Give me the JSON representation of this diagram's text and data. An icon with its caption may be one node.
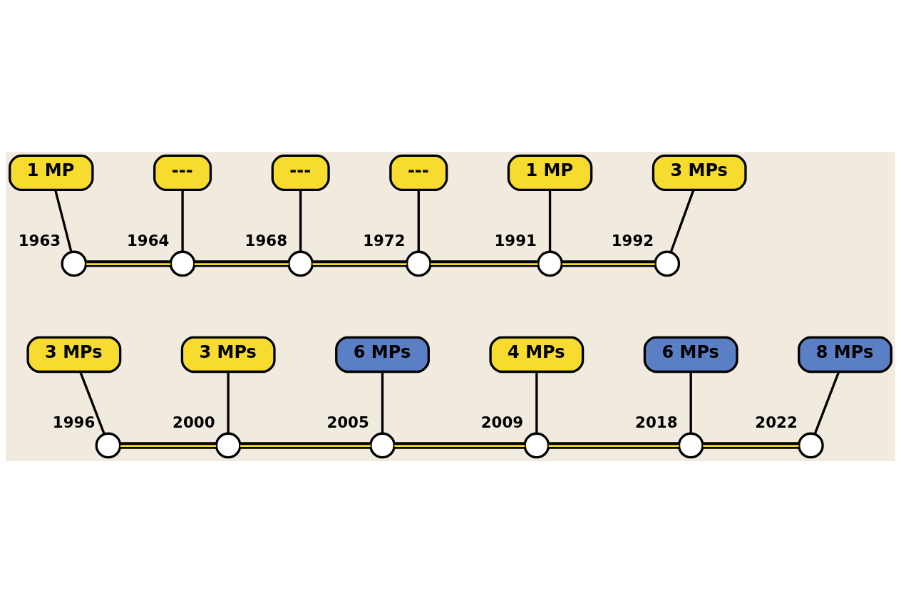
{
  "diagram": {
    "nodes": [
      {
        "text": [
          "1 MP"
        ]
      },
      {
        "text": [
          "---"
        ]
      },
      {
        "text": [
          "---"
        ]
      },
      {
        "text": [
          "---"
        ]
      },
      {
        "text": [
          "1 MP"
        ]
      },
      {
        "text": [
          "3 MPs"
        ]
      },
      {
        "text": [],
        "shape": "circle",
        "beside": [
          "1963"
        ]
      },
      {
        "text": [],
        "shape": "circle",
        "beside": [
          "1964"
        ]
      },
      {
        "text": [],
        "shape": "circle",
        "beside": [
          "1968"
        ]
      },
      {
        "text": [],
        "shape": "circle",
        "beside": [
          "1972"
        ]
      },
      {
        "text": [],
        "shape": "circle",
        "beside": [
          "1991"
        ]
      },
      {
        "text": [],
        "shape": "circle",
        "beside": [
          "1992"
        ]
      },
      {
        "text": [
          "3 MPs"
        ]
      },
      {
        "text": [
          "3 MPs"
        ]
      },
      {
        "text": [
          "6 MPs"
        ]
      },
      {
        "text": [
          "4 MPs"
        ]
      },
      {
        "text": [
          "6 MPs"
        ]
      },
      {
        "text": [
          "8 MPs"
        ]
      },
      {
        "text": [],
        "shape": "circle",
        "beside": [
          "1996"
        ]
      },
      {
        "text": [],
        "shape": "circle",
        "beside": [
          "2000"
        ]
      },
      {
        "text": [],
        "shape": "circle",
        "beside": [
          "2005"
        ]
      },
      {
        "text": [],
        "shape": "circle",
        "beside": [
          "2009"
        ]
      },
      {
        "text": [],
        "shape": "circle",
        "beside": [
          "2018"
        ]
      },
      {
        "text": [],
        "shape": "circle",
        "beside": [
          "2022"
        ]
      }
    ],
    "edges": [
      {
        "from": 0,
        "to": 6,
        "arrow": "none"
      },
      {
        "from": 1,
        "to": 7,
        "arrow": "none"
      },
      {
        "from": 2,
        "to": 8,
        "arrow": "none"
      },
      {
        "from": 3,
        "to": 9,
        "arrow": "none"
      },
      {
        "from": 4,
        "to": 10,
        "arrow": "none"
      },
      {
        "from": 5,
        "to": 11,
        "arrow": "none"
      },
      {
        "from": 6,
        "to": 7,
        "arrow": "none"
      },
      {
        "from": 7,
        "to": 8,
        "arrow": "none"
      },
      {
        "from": 8,
        "to": 9,
        "arrow": "none"
      },
      {
        "from": 9,
        "to": 10,
        "arrow": "none"
      },
      {
        "from": 10,
        "to": 11,
        "arrow": "none"
      },
      {
        "from": 12,
        "to": 18,
        "arrow": "none"
      },
      {
        "from": 13,
        "to": 19,
        "arrow": "none"
      },
      {
        "from": 14,
        "to": 20,
        "arrow": "none"
      },
      {
        "from": 15,
        "to": 21,
        "arrow": "none"
      },
      {
        "from": 16,
        "to": 22,
        "arrow": "none"
      },
      {
        "from": 17,
        "to": 23,
        "arrow": "none"
      },
      {
        "from": 18,
        "to": 19,
        "arrow": "none"
      },
      {
        "from": 19,
        "to": 20,
        "arrow": "none"
      },
      {
        "from": 20,
        "to": 21,
        "arrow": "none"
      },
      {
        "from": 21,
        "to": 22,
        "arrow": "none"
      },
      {
        "from": 22,
        "to": 23,
        "arrow": "none"
      }
    ]
  }
}
